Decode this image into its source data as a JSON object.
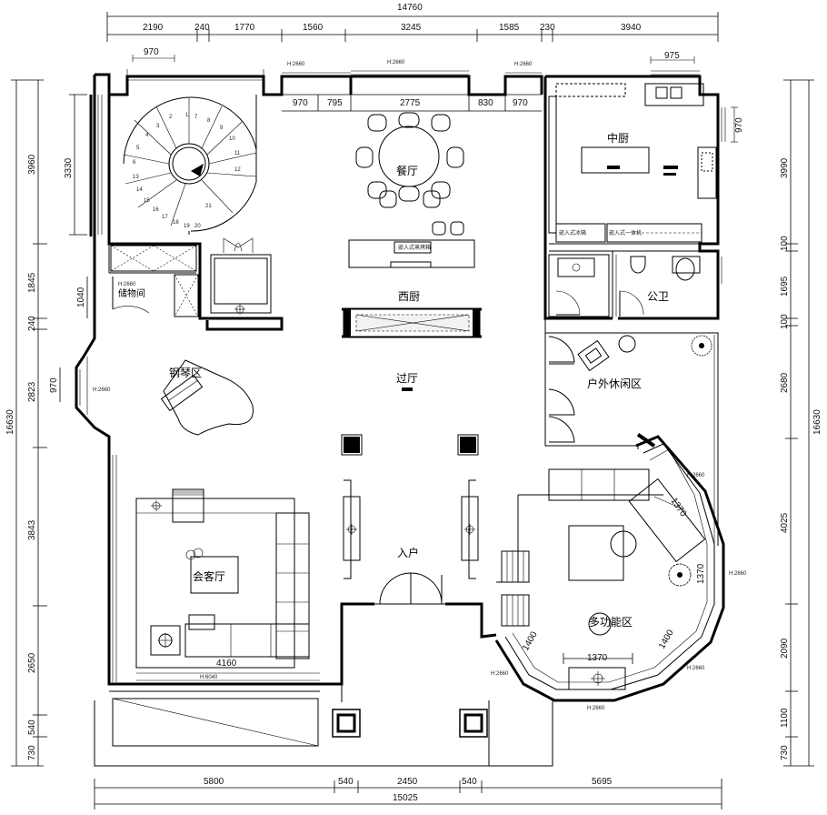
{
  "dimensions": {
    "top_total": "14760",
    "top_segments": [
      "2190",
      "240",
      "1770",
      "1560",
      "3245",
      "1585",
      "230",
      "3940"
    ],
    "bottom_segments": [
      "5800",
      "540",
      "2450",
      "540",
      "5695"
    ],
    "bottom_total": "15025",
    "left_total": "16630",
    "left_segments": [
      "3960",
      "1845",
      "240",
      "2823",
      "3843",
      "2650",
      "540",
      "730"
    ],
    "left_inner": [
      "3330",
      "1040",
      "970"
    ],
    "right_total": "16630",
    "right_segments": [
      "3990",
      "100",
      "1695",
      "100",
      "2680",
      "4025",
      "2090",
      "1100",
      "730"
    ],
    "window_widths_top": [
      "970",
      "970",
      "795",
      "2775",
      "830",
      "970",
      "975"
    ],
    "kitchen_window": "970",
    "living_width": "4160",
    "bay_dims": [
      "1370",
      "1370",
      "1400",
      "1400",
      "1370"
    ]
  },
  "heights": {
    "h1": "H:2660",
    "h2": "H:2660",
    "h3": "H:2660",
    "h4": "H:2660",
    "h5": "H:2660",
    "h6": "H:2660",
    "h7": "H:2660",
    "h8": "H:2660",
    "h9": "H:2660",
    "h10": "H:6040",
    "h11": "H:2660"
  },
  "rooms": {
    "dining": "餐厅",
    "chinese_kitchen": "中厨",
    "western_kitchen": "西厨",
    "storage": "储物间",
    "public_wc": "公卫",
    "piano": "钢琴区",
    "hallway": "过厅",
    "outdoor": "户外休闲区",
    "entrance": "入户",
    "living": "会客厅",
    "multi": "多功能区"
  },
  "labels": {
    "fridge": "嵌入式冰箱",
    "counter": "嵌入式蒸烤箱",
    "pantry": "嵌入式一体机"
  },
  "stair_steps": [
    "1",
    "2",
    "3",
    "4",
    "5",
    "6",
    "7",
    "8",
    "9",
    "10",
    "11",
    "12",
    "13",
    "14",
    "15",
    "16",
    "17",
    "18",
    "19",
    "20",
    "21"
  ]
}
